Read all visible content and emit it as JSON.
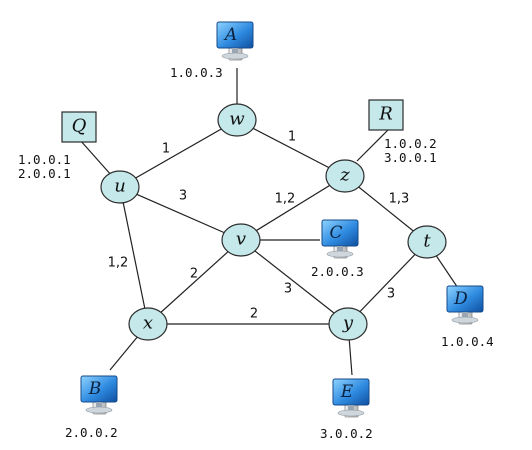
{
  "routers": {
    "w": "w",
    "u": "u",
    "z": "z",
    "v": "v",
    "t": "t",
    "x": "x",
    "y": "y"
  },
  "hosts": {
    "A": {
      "label": "A",
      "address": "1.0.0.3"
    },
    "B": {
      "label": "B",
      "address": "2.0.0.2"
    },
    "C": {
      "label": "C",
      "address": "2.0.0.3"
    },
    "D": {
      "label": "D",
      "address": "1.0.0.4"
    },
    "E": {
      "label": "E",
      "address": "3.0.0.2"
    }
  },
  "boxes": {
    "Q": {
      "label": "Q",
      "address_1": "1.0.0.1",
      "address_2": "2.0.0.1"
    },
    "R": {
      "label": "R",
      "address_1": "1.0.0.2",
      "address_2": "3.0.0.1"
    }
  },
  "edges": {
    "u_w": "1",
    "w_z": "1",
    "u_v": "3",
    "z_v": "1,2",
    "z_t": "1,3",
    "u_x": "1,2",
    "x_v": "2",
    "x_y": "2",
    "v_y": "3",
    "t_y": "3"
  },
  "colors": {
    "node_fill": "#c5e8ea",
    "node_stroke": "#2b2b2b",
    "box_fill": "#c5e8ea",
    "monitor_blue": "#1f73c8",
    "tower_gray": "#d4d4d4"
  }
}
